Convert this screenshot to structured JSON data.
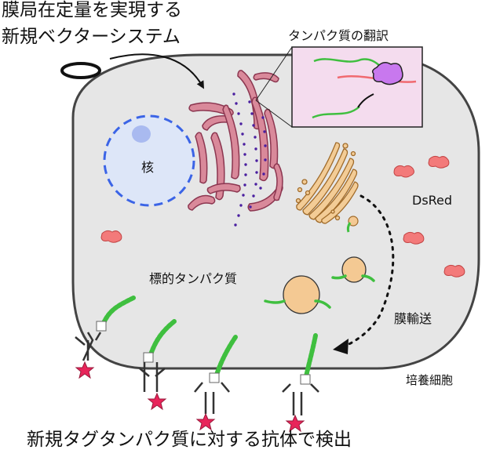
{
  "labels": {
    "title_line1": "膜局在定量を実現する",
    "title_line2": "新規ベクターシステム",
    "translation": "タンパク質の翻訳",
    "nucleus": "核",
    "dsred": "DsRed",
    "target_protein": "標的タンパク質",
    "membrane_transport": "膜輸送",
    "cultured_cell": "培養細胞",
    "bottom_caption": "新規タグタンパク質に対する抗体で検出"
  },
  "colors": {
    "cytoplasm": "#e6e6e6",
    "nucleus_fill": "#dde6f8",
    "nucleus_border": "#3b64e6",
    "er_fill": "#d9899a",
    "golgi_fill": "#f3cc96",
    "dsred_fill": "#f37a7a",
    "vesicle_fill": "#f4c993",
    "ribosome_fill": "#c878ee",
    "tag_green": "#3fbf3f",
    "mrna_red": "#f06a70",
    "star": "#e8245a"
  }
}
